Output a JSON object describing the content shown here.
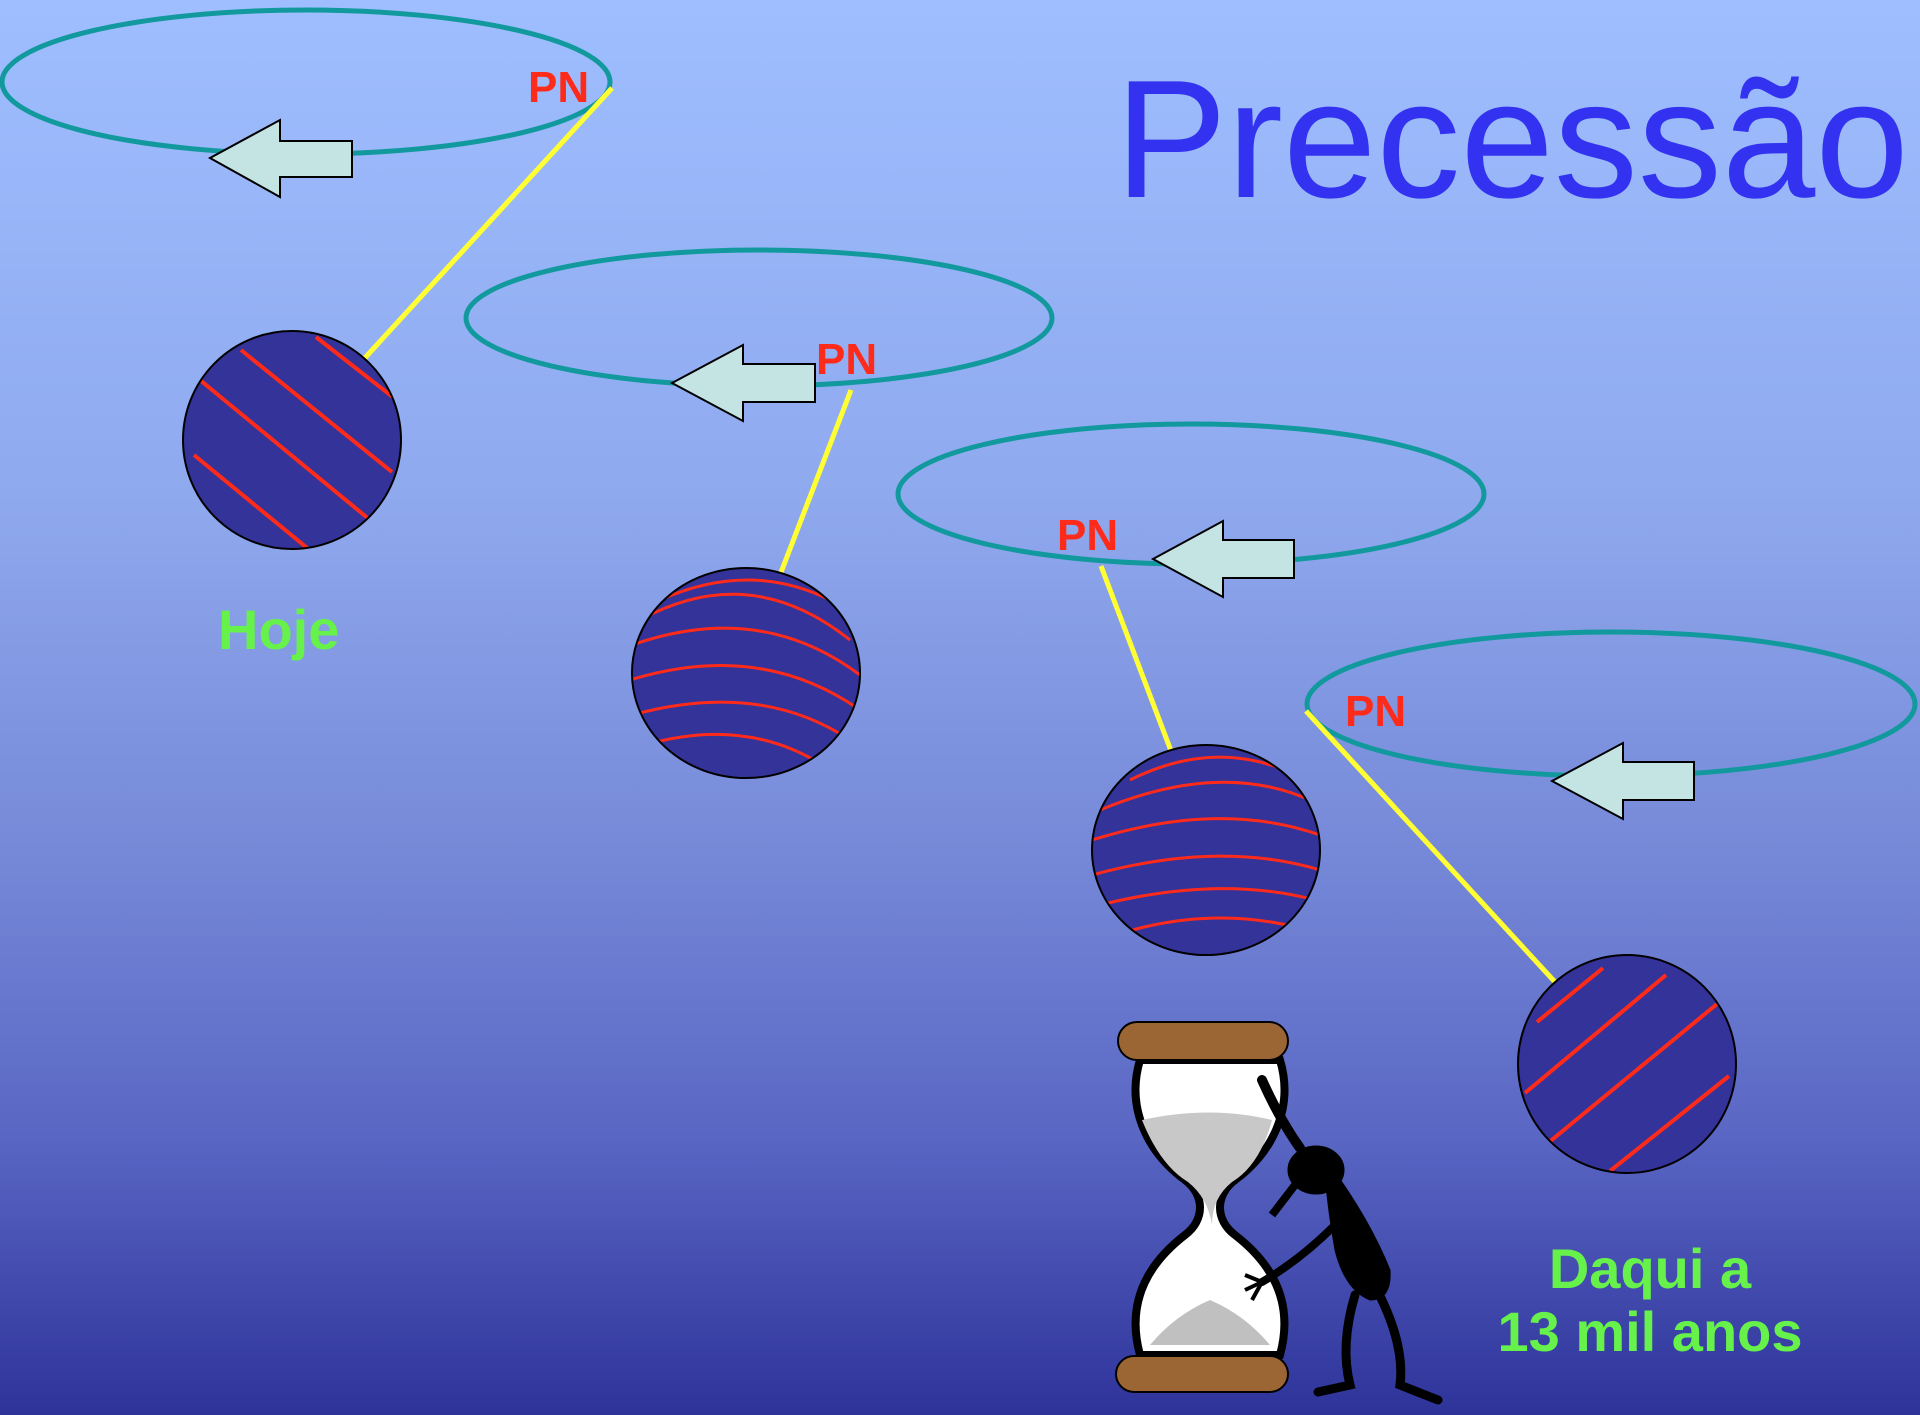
{
  "title": "Precessão",
  "pole_label": "PN",
  "captions": {
    "today": "Hoje",
    "future_line1": "Daqui a",
    "future_line2": "13 mil anos"
  },
  "colors": {
    "background_top": "#9ebeff",
    "background_bottom": "#2e339a",
    "title": "#3232f0",
    "orbit": "#11999e",
    "arrow": "#c4e4e4",
    "axis": "#ffff33",
    "globe": "#333399",
    "stripes": "#ff2b1a",
    "pole_label": "#ff2b1a",
    "caption": "#66f24a",
    "hourglass_caps": "#9b6633"
  }
}
